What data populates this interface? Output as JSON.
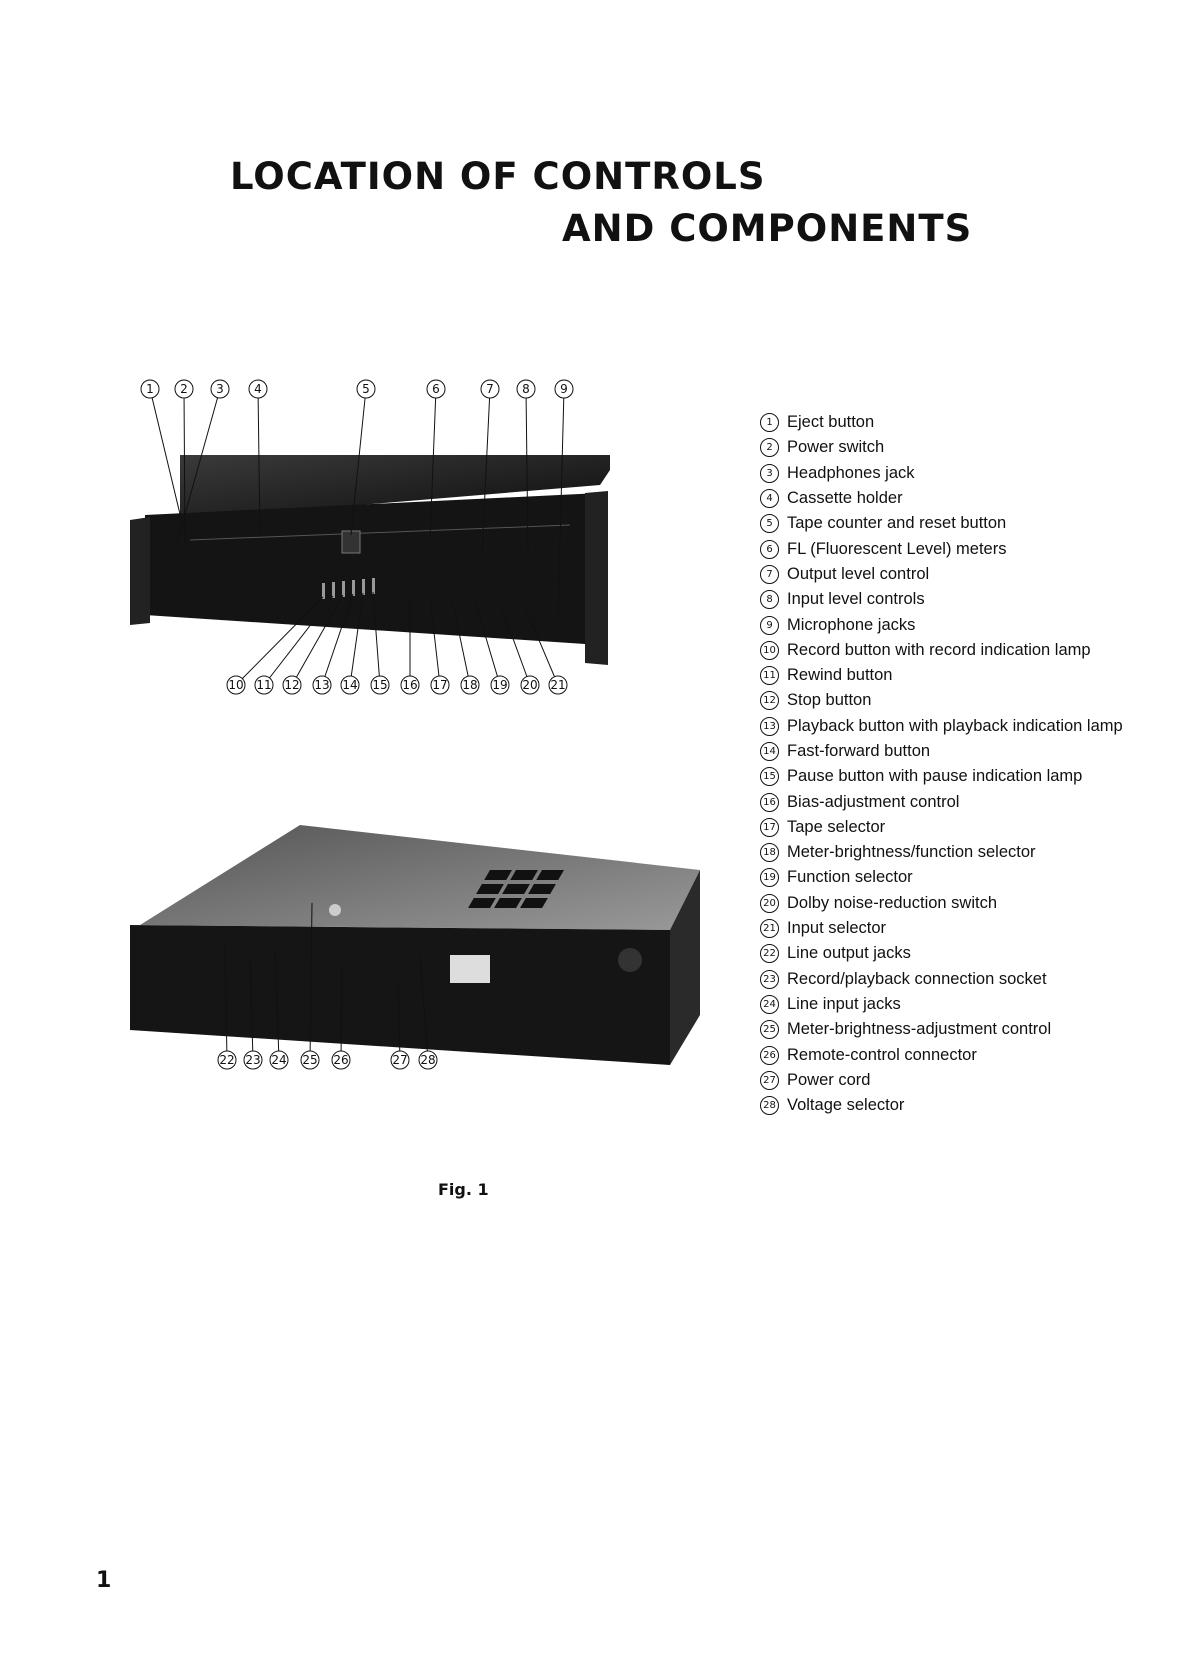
{
  "heading": {
    "line1": "LOCATION OF CONTROLS",
    "line2": "AND COMPONENTS"
  },
  "figure": {
    "caption": "Fig. 1",
    "front_callouts_top": [
      "1",
      "2",
      "3",
      "4",
      "5",
      "6",
      "7",
      "8",
      "9"
    ],
    "front_callouts_bottom": [
      "10",
      "11",
      "12",
      "13",
      "14",
      "15",
      "16",
      "17",
      "18",
      "19",
      "20",
      "21"
    ],
    "rear_callouts": [
      "22",
      "23",
      "24",
      "25",
      "26",
      "27",
      "28"
    ]
  },
  "legend": [
    {
      "num": "1",
      "label": "Eject button"
    },
    {
      "num": "2",
      "label": "Power switch"
    },
    {
      "num": "3",
      "label": "Headphones jack"
    },
    {
      "num": "4",
      "label": "Cassette holder"
    },
    {
      "num": "5",
      "label": "Tape counter and reset button"
    },
    {
      "num": "6",
      "label": "FL (Fluorescent Level) meters"
    },
    {
      "num": "7",
      "label": "Output level control"
    },
    {
      "num": "8",
      "label": "Input level controls"
    },
    {
      "num": "9",
      "label": "Microphone jacks"
    },
    {
      "num": "10",
      "label": "Record button with record indication lamp"
    },
    {
      "num": "11",
      "label": "Rewind button"
    },
    {
      "num": "12",
      "label": "Stop button"
    },
    {
      "num": "13",
      "label": "Playback button with playback indication lamp"
    },
    {
      "num": "14",
      "label": "Fast-forward button"
    },
    {
      "num": "15",
      "label": "Pause button with pause indication lamp"
    },
    {
      "num": "16",
      "label": "Bias-adjustment control"
    },
    {
      "num": "17",
      "label": "Tape selector"
    },
    {
      "num": "18",
      "label": "Meter-brightness/function selector"
    },
    {
      "num": "19",
      "label": "Function selector"
    },
    {
      "num": "20",
      "label": "Dolby noise-reduction switch"
    },
    {
      "num": "21",
      "label": "Input selector"
    },
    {
      "num": "22",
      "label": "Line output jacks"
    },
    {
      "num": "23",
      "label": "Record/playback connection socket"
    },
    {
      "num": "24",
      "label": "Line input jacks"
    },
    {
      "num": "25",
      "label": "Meter-brightness-adjustment control"
    },
    {
      "num": "26",
      "label": "Remote-control connector"
    },
    {
      "num": "27",
      "label": "Power cord"
    },
    {
      "num": "28",
      "label": "Voltage selector"
    }
  ],
  "page_number": "1"
}
